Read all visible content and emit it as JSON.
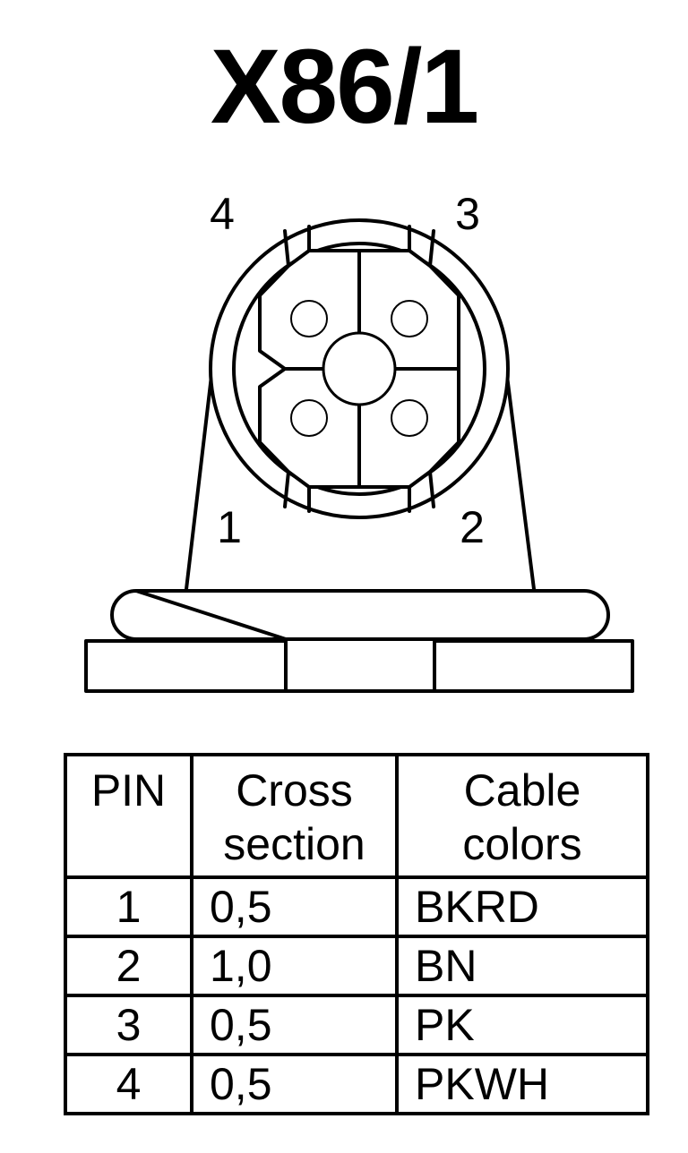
{
  "connector": {
    "title": "X86/1",
    "pin_labels": {
      "top_left": "4",
      "top_right": "3",
      "bottom_left": "1",
      "bottom_right": "2"
    }
  },
  "table": {
    "headers": {
      "pin": "PIN",
      "cross_section_line1": "Cross",
      "cross_section_line2": "section",
      "cable_colors_line1": "Cable",
      "cable_colors_line2": "colors"
    },
    "rows": [
      {
        "pin": "1",
        "cross_section": "0,5",
        "cable_color": "BKRD"
      },
      {
        "pin": "2",
        "cross_section": "1,0",
        "cable_color": "BN"
      },
      {
        "pin": "3",
        "cross_section": "0,5",
        "cable_color": "PK"
      },
      {
        "pin": "4",
        "cross_section": "0,5",
        "cable_color": "PKWH"
      }
    ]
  }
}
